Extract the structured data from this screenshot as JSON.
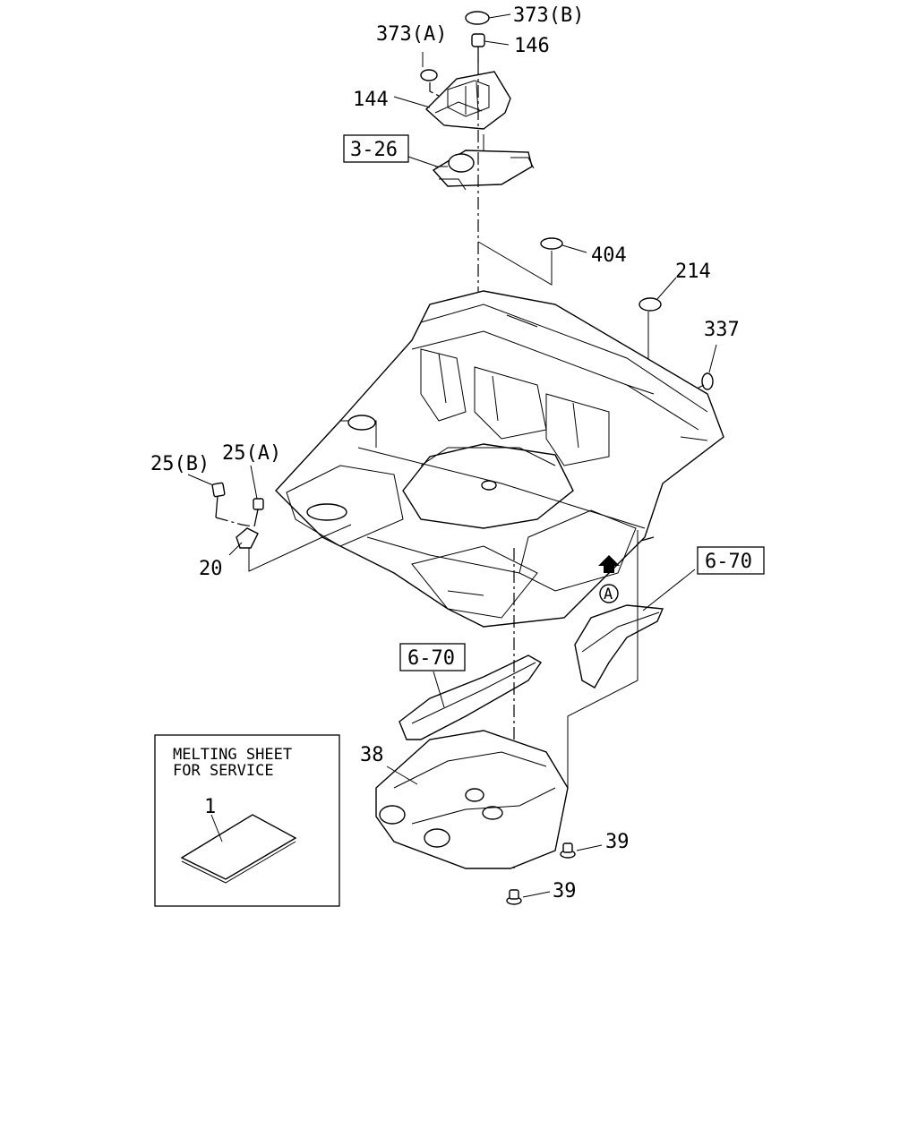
{
  "callouts": {
    "c373b": "373(B)",
    "c373a": "373(A)",
    "c146": "146",
    "c144": "144",
    "ref326": "3-26",
    "c404": "404",
    "c214": "214",
    "c337": "337",
    "c25b": "25(B)",
    "c25a": "25(A)",
    "c20": "20",
    "ref670a": "6-70",
    "refA": "A",
    "ref670b": "6-70",
    "c38": "38",
    "c39a": "39",
    "c39b": "39"
  },
  "service_box": {
    "title_line1": "MELTING SHEET",
    "title_line2": "FOR SERVICE",
    "item": "1"
  }
}
